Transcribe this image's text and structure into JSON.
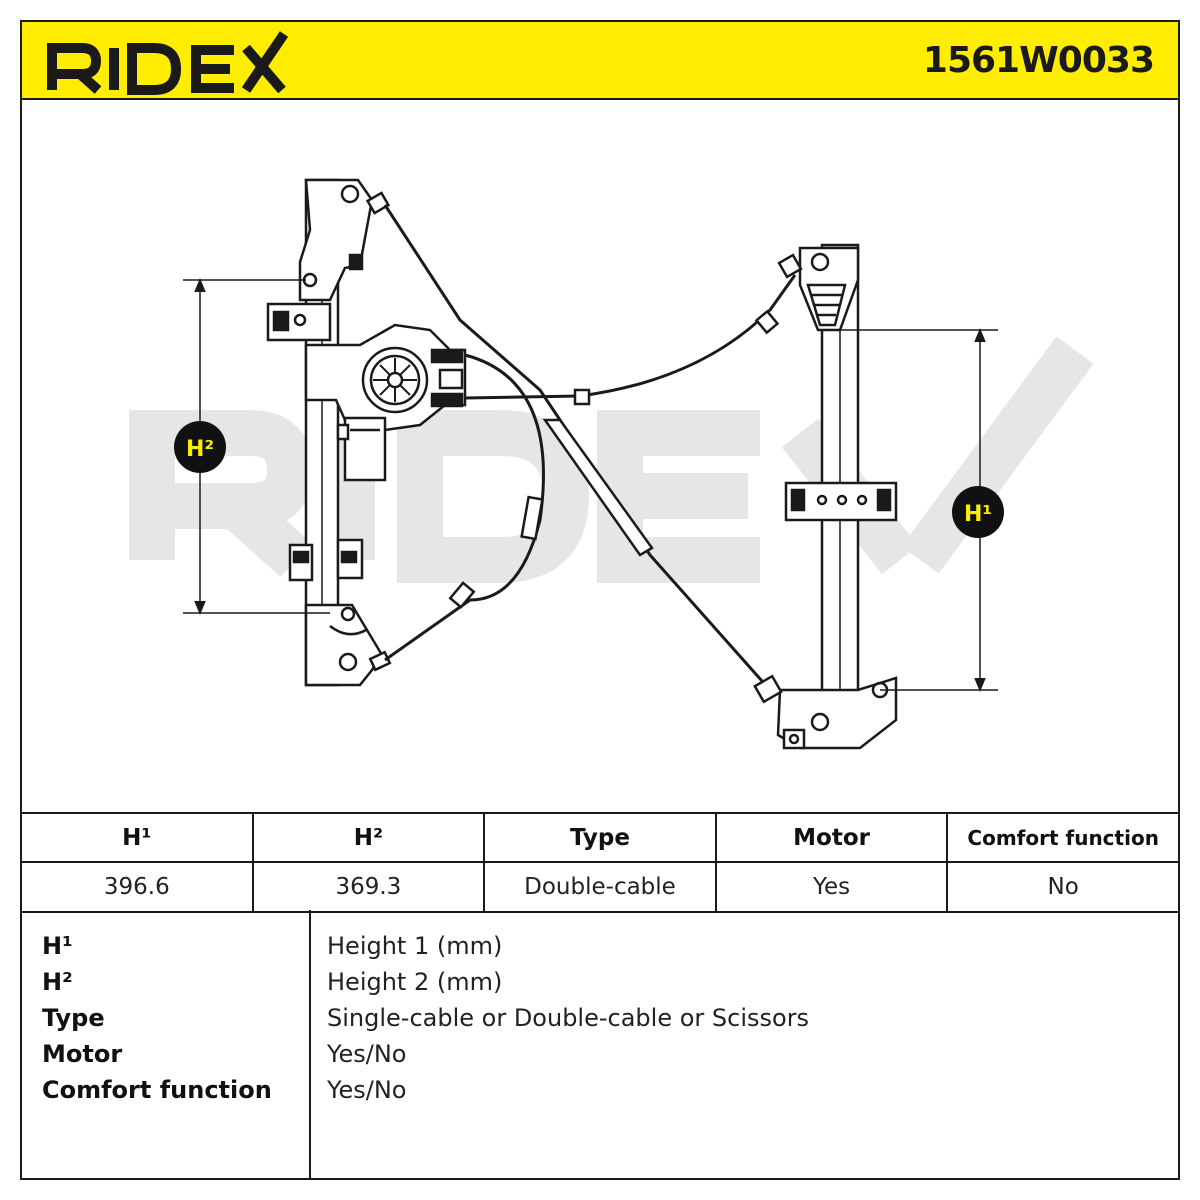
{
  "header": {
    "brand": "RIDEX",
    "part_number": "1561W0033"
  },
  "diagram": {
    "watermark": "RIDEX",
    "h1_label": "H¹",
    "h2_label": "H²"
  },
  "spec_table": {
    "headers": [
      "H¹",
      "H²",
      "Type",
      "Motor",
      "Comfort function"
    ],
    "values": [
      "396.6",
      "369.3",
      "Double-cable",
      "Yes",
      "No"
    ]
  },
  "legend": {
    "items": [
      {
        "key": "H¹",
        "value": "Height 1 (mm)"
      },
      {
        "key": "H²",
        "value": "Height 2 (mm)"
      },
      {
        "key": "Type",
        "value": "Single-cable or Double-cable or Scissors"
      },
      {
        "key": "Motor",
        "value": "Yes/No"
      },
      {
        "key": "Comfort function",
        "value": "Yes/No"
      }
    ]
  },
  "colors": {
    "header_bg": "#ffed00",
    "line": "#1a1a1a",
    "watermark": "#e6e6e6",
    "badge": "#111111",
    "badge_text": "#ffed00"
  }
}
